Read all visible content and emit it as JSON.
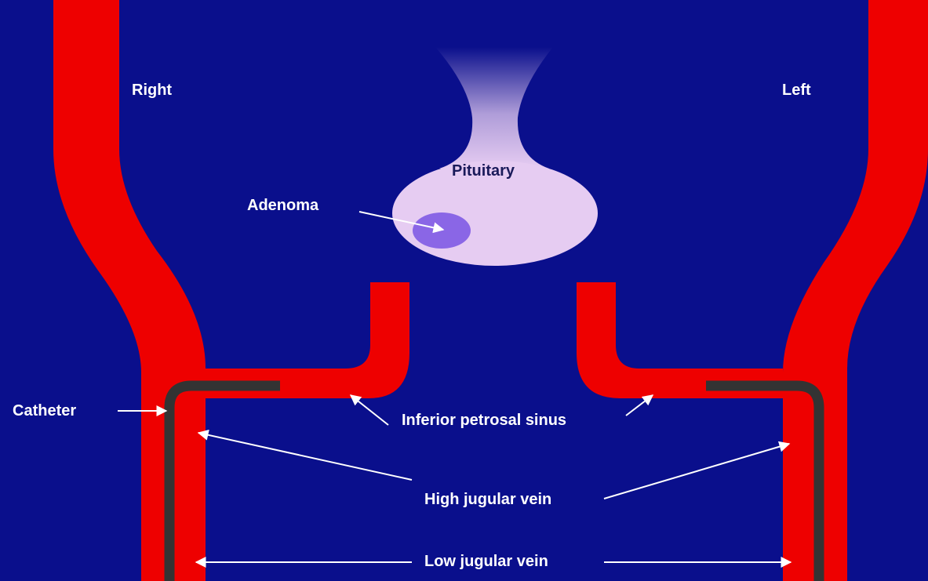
{
  "labels": {
    "right": "Right",
    "left": "Left",
    "pituitary": "Pituitary",
    "adenoma": "Adenoma",
    "catheter": "Catheter",
    "inferior_petrosal_sinus": "Inferior petrosal sinus",
    "high_jugular_vein": "High jugular vein",
    "low_jugular_vein": "Low jugular vein"
  },
  "colors": {
    "background": "#0a0f8c",
    "vein": "#ee0000",
    "catheter": "#333333",
    "pituitary": "#e6ccf2",
    "adenoma": "#8a66e6",
    "arrow": "#ffffff"
  }
}
